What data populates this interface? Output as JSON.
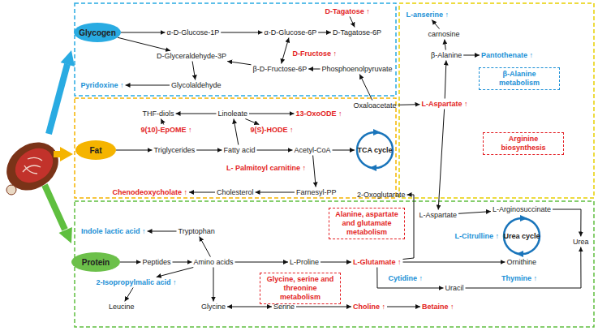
{
  "diagram": {
    "nodes": [
      {
        "text": [
          "Glycogen"
        ]
      },
      {
        "text": [
          "α-D-Glucose-1P"
        ]
      },
      {
        "text": [
          "α-D-Glucose-6P"
        ]
      },
      {
        "text": [
          "D-Tagatose ↑"
        ]
      },
      {
        "text": [
          "D-Tagatose-6P"
        ]
      },
      {
        "text": [
          "D-Fructose ↑"
        ]
      },
      {
        "text": [
          "D-Glyceraldehyde-3P"
        ]
      },
      {
        "text": [
          "β-D-Fructose-6P"
        ]
      },
      {
        "text": [
          "Phosphoenolpyruvate"
        ]
      },
      {
        "text": [
          "Glycolaldehyde"
        ]
      },
      {
        "text": [
          "Pyridoxine ↑"
        ]
      },
      {
        "text": [
          "THF-diols"
        ]
      },
      {
        "text": [
          "Linoleate"
        ]
      },
      {
        "text": [
          "13-OxoODE ↑"
        ]
      },
      {
        "text": [
          "9(10)-EpOME ↑"
        ]
      },
      {
        "text": [
          "9(S)-HODE ↑"
        ]
      },
      {
        "text": [
          "Fat"
        ]
      },
      {
        "text": [
          "Triglycerides"
        ]
      },
      {
        "text": [
          "Fatty acid"
        ]
      },
      {
        "text": [
          "Acetyl-CoA"
        ]
      },
      {
        "text": [
          "L- Palmitoyl carnitine ↑"
        ]
      },
      {
        "text": [
          "Chenodeoxycholate ↑"
        ]
      },
      {
        "text": [
          "Cholesterol"
        ]
      },
      {
        "text": [
          "Farnesyl-PP"
        ]
      },
      {
        "text": [
          "Oxaloacetate"
        ]
      },
      {
        "text": [
          "TCA cycle"
        ]
      },
      {
        "text": [
          "2-Oxoglutarate"
        ]
      },
      {
        "text": [
          "L-anserine ↑"
        ]
      },
      {
        "text": [
          "carnosine"
        ]
      },
      {
        "text": [
          "β-Alanine"
        ]
      },
      {
        "text": [
          "Pantothenate ↑"
        ]
      },
      {
        "text": [
          "β-Alanine metabolism"
        ]
      },
      {
        "text": [
          "L-Aspartate ↑"
        ]
      },
      {
        "text": [
          "Arginine biosynthesis"
        ]
      },
      {
        "text": [
          "Indole lactic acid ↑"
        ]
      },
      {
        "text": [
          "Tryptophan"
        ]
      },
      {
        "text": [
          "Alanine, aspartate and glutamate metabolism"
        ]
      },
      {
        "text": [
          "L-Aspartate"
        ]
      },
      {
        "text": [
          "L-Arginosuccinate"
        ]
      },
      {
        "text": [
          "Urea cycle"
        ]
      },
      {
        "text": [
          "Urea"
        ]
      },
      {
        "text": [
          "L-Citrulline ↑"
        ]
      },
      {
        "text": [
          "Protein"
        ]
      },
      {
        "text": [
          "Peptides"
        ]
      },
      {
        "text": [
          "Amino acids"
        ]
      },
      {
        "text": [
          "L-Proline"
        ]
      },
      {
        "text": [
          "L-Glutamate ↑"
        ]
      },
      {
        "text": [
          "Ornithine"
        ]
      },
      {
        "text": [
          "2-Isopropylmalic acid ↑"
        ]
      },
      {
        "text": [
          "Cytidine ↑"
        ]
      },
      {
        "text": [
          "Uracil"
        ]
      },
      {
        "text": [
          "Thymine ↑"
        ]
      },
      {
        "text": [
          "Glycine, serine and threonine metabolism"
        ]
      },
      {
        "text": [
          "Leucine"
        ]
      },
      {
        "text": [
          "Glycine"
        ]
      },
      {
        "text": [
          "Serine"
        ]
      },
      {
        "text": [
          "Choline ↑"
        ]
      },
      {
        "text": [
          "Betaine ↑"
        ]
      }
    ],
    "edges": [
      {
        "from": 0,
        "to": 1,
        "arrow": "to"
      },
      {
        "from": 1,
        "to": 2,
        "arrow": "to"
      },
      {
        "from": 2,
        "to": 4,
        "arrow": "to"
      },
      {
        "from": 3,
        "to": 4,
        "arrow": "to"
      },
      {
        "from": 2,
        "to": 7,
        "arrow": "both"
      },
      {
        "from": 7,
        "to": 6,
        "arrow": "to"
      },
      {
        "from": 0,
        "to": 6,
        "arrow": "to"
      },
      {
        "from": 6,
        "to": 9,
        "arrow": "to"
      },
      {
        "from": 9,
        "to": 10,
        "arrow": "to"
      },
      {
        "from": 8,
        "to": 7,
        "arrow": "to"
      },
      {
        "from": 24,
        "to": 8,
        "arrow": "to"
      },
      {
        "from": 16,
        "to": 17,
        "arrow": "to"
      },
      {
        "from": 17,
        "to": 18,
        "arrow": "to"
      },
      {
        "from": 18,
        "to": 19,
        "arrow": "to"
      },
      {
        "from": 19,
        "to": 25,
        "arrow": "to"
      },
      {
        "from": 18,
        "to": 12,
        "arrow": "to"
      },
      {
        "from": 12,
        "to": 11,
        "arrow": "to"
      },
      {
        "from": 12,
        "to": 13,
        "arrow": "to"
      },
      {
        "from": 14,
        "to": 11,
        "arrow": "to"
      },
      {
        "from": 12,
        "to": 15,
        "arrow": "to"
      },
      {
        "from": 19,
        "to": 23,
        "arrow": "to"
      },
      {
        "from": 23,
        "to": 22,
        "arrow": "to"
      },
      {
        "from": 22,
        "to": 21,
        "arrow": "to"
      },
      {
        "from": 24,
        "to": 32,
        "arrow": "to"
      },
      {
        "from": 32,
        "to": 29,
        "arrow": "to"
      },
      {
        "from": 29,
        "to": 28,
        "arrow": "to"
      },
      {
        "from": 28,
        "to": 27,
        "arrow": "to"
      },
      {
        "from": 29,
        "to": 30,
        "arrow": "to"
      },
      {
        "from": 32,
        "to": 37,
        "arrow": "to"
      },
      {
        "from": 37,
        "to": 38,
        "arrow": "to"
      },
      {
        "from": 38,
        "to": 40,
        "arrow": "to"
      },
      {
        "from": 44,
        "to": 35,
        "arrow": "to"
      },
      {
        "from": 35,
        "to": 34,
        "arrow": "to"
      },
      {
        "from": 42,
        "to": 43,
        "arrow": "to"
      },
      {
        "from": 43,
        "to": 44,
        "arrow": "to"
      },
      {
        "from": 44,
        "to": 45,
        "arrow": "to"
      },
      {
        "from": 45,
        "to": 46,
        "arrow": "to"
      },
      {
        "from": 46,
        "to": 26,
        "arrow": "to"
      },
      {
        "from": 46,
        "to": 47,
        "arrow": "to"
      },
      {
        "from": 44,
        "to": 48,
        "arrow": "to"
      },
      {
        "from": 48,
        "to": 53,
        "arrow": "to"
      },
      {
        "from": 44,
        "to": 54,
        "arrow": "to"
      },
      {
        "from": 54,
        "to": 55,
        "arrow": "both"
      },
      {
        "from": 55,
        "to": 56,
        "arrow": "to"
      },
      {
        "from": 56,
        "to": 57,
        "arrow": "to"
      },
      {
        "from": 46,
        "to": 50,
        "arrow": "to"
      },
      {
        "from": 50,
        "to": 40,
        "arrow": "to"
      }
    ]
  }
}
